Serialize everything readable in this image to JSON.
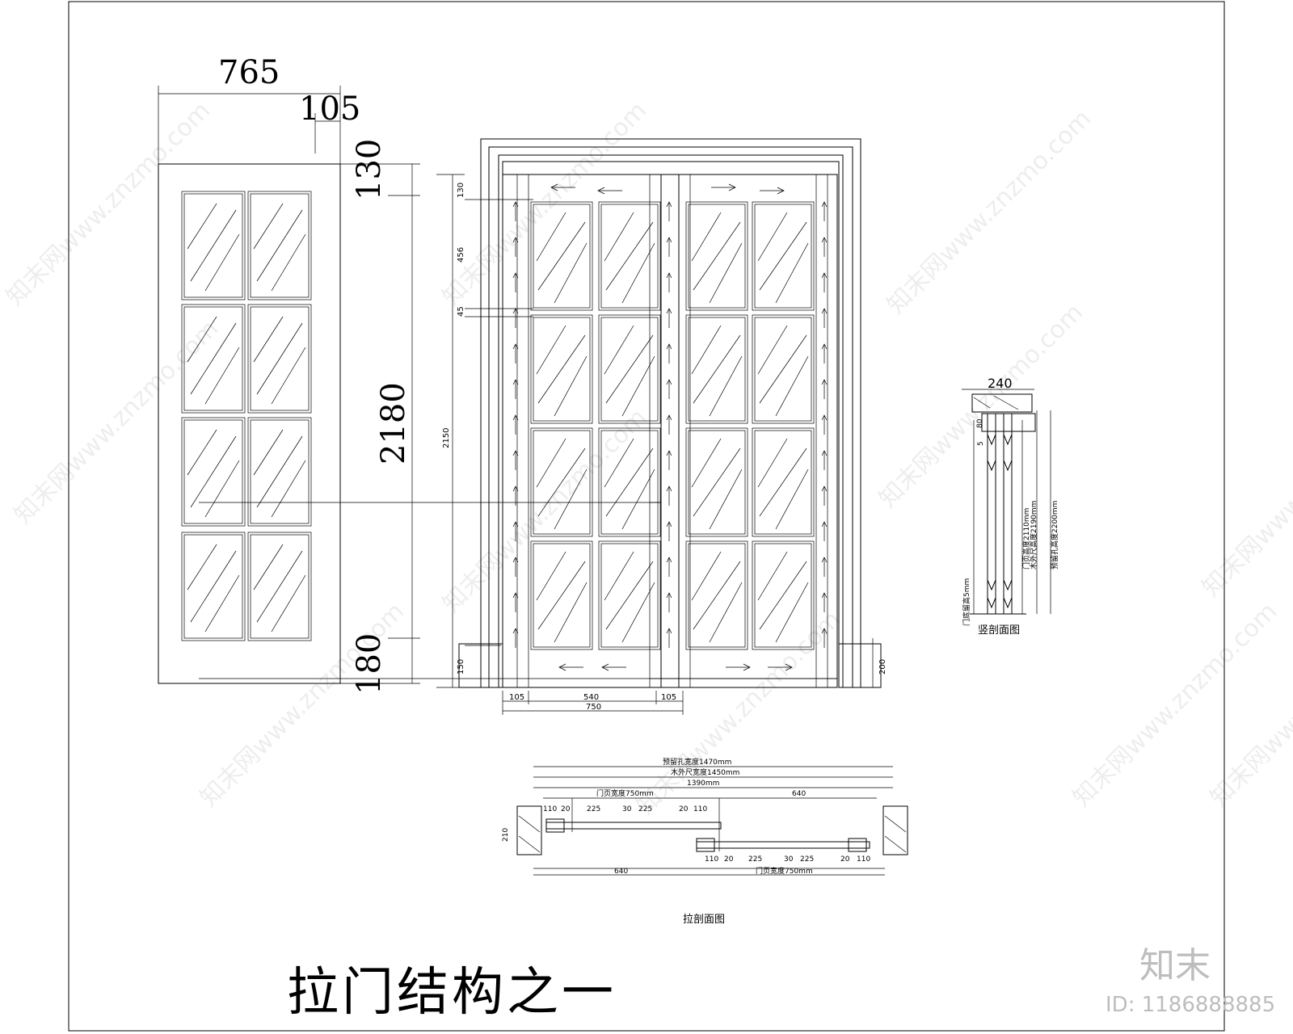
{
  "front_view": {
    "width_total": "765",
    "width_stile": "105",
    "height_top_rail": "130",
    "height_total": "2180",
    "height_bottom_rail": "180"
  },
  "elevation": {
    "dim_130": "130",
    "dim_456": "456",
    "dim_45": "45",
    "dim_2150": "2150",
    "dim_150": "150",
    "dim_200": "200",
    "bottom_105_left": "105",
    "bottom_540": "540",
    "bottom_105_right": "105",
    "bottom_750": "750"
  },
  "side_section": {
    "dim_top": "240",
    "dim_80": "80",
    "dim_5": "5",
    "label_a": "门页高度2110mm",
    "label_b": "木外尺高度2190mm",
    "label_c": "预留孔高度2200mm",
    "label_gap": "门底留高5mm",
    "caption": "竖剖面图"
  },
  "plan_section": {
    "width_reserved": "预留孔宽度1470mm",
    "width_frame": "木外尺宽度1450mm",
    "width_1390": "1390mm",
    "door_width_top": "门页宽度750mm",
    "dim_640_top": "640",
    "segs_top": [
      "110",
      "20",
      "225",
      "30",
      "225",
      "20",
      "110"
    ],
    "dim_210": "210",
    "dim_640_bottom": "640",
    "segs_bottom": [
      "110",
      "20",
      "225",
      "30",
      "225",
      "20",
      "110"
    ],
    "door_width_bottom": "门页宽度750mm",
    "caption": "拉剖面图"
  },
  "title": "拉门结构之一",
  "watermark": "知末网www.znzmo.com",
  "logo": "知末",
  "id_text": "ID: 1186888885"
}
